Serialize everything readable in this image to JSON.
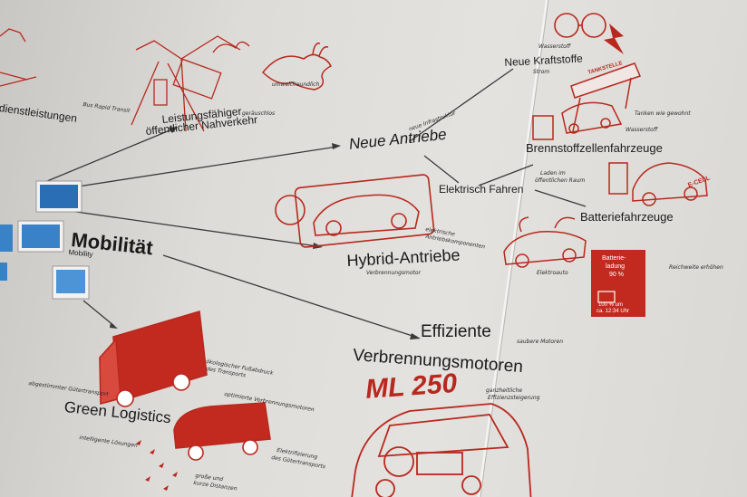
{
  "labels": {
    "dienstleistungen": "dienstleistungen",
    "nahverkehr_1": "Leistungsfähiger",
    "nahverkehr_2": "öffentlicher Nahverkehr",
    "bus_rapid": "Bus Rapid Transit",
    "umweltfreundlich": "umweltfreundlich",
    "geraeuschlos": "geräuschlos",
    "mobilitaet": "Mobilität",
    "mobility": "Mobility",
    "neue_antriebe": "Neue Antriebe",
    "neue_infrastruktur": "neue Infrastruktur",
    "neue_kraftstoffe": "Neue Kraftstoffe",
    "wasserstoff_top": "Wasserstoff",
    "strom": "Strom",
    "tankstelle": "TANKSTELLE",
    "tanken": "Tanken wie gewohnt",
    "wasserstoff_mid": "Wasserstoff",
    "brennstoff": "Brennstoffzellenfahrzeuge",
    "laden_1": "Laden im",
    "laden_2": "öffentlichen Raum",
    "elektrisch": "Elektrisch Fahren",
    "batteriefahrzeuge": "Batteriefahrzeuge",
    "e_cell": "E-CELL",
    "hybrid": "Hybrid-Antriebe",
    "elektrische_1": "elektrische",
    "elektrische_2": "Antriebskomponenten",
    "verbrennungsmotor": "Verbrennungsmotor",
    "elektroauto": "Elektroauto",
    "batt_1": "Batterie-",
    "batt_2": "ladung",
    "batt_3": "90 %",
    "batt_4": "100 % um",
    "batt_5": "ca. 12:34 Uhr",
    "reichweite": "Reichweite erhöhen",
    "effiziente": "Effiziente",
    "verbrennungsmotoren": "Verbrennungsmotoren",
    "saubere": "saubere Motoren",
    "ganzheitliche_1": "ganzheitliche",
    "ganzheitliche_2": "Effizienzsteigerung",
    "ml250": "ML 250",
    "oekologisch_1": "ökologischer Fußabdruck",
    "oekologisch_2": "des Transports",
    "optimierte": "optimierte Verbrennungsmotoren",
    "gueter_1": "Elektrifizierung",
    "gueter_2": "des Gütertransports",
    "green": "Green Logistics",
    "intelligente": "intelligente Lösungen",
    "grosse_1": "große und",
    "grosse_2": "kurze Distanzen",
    "gueter_left": "abgestimmter Gütertransport"
  },
  "colors": {
    "accent_red": "#b8281e",
    "ink": "#1a1a1a",
    "wall": "#dedcd8"
  }
}
